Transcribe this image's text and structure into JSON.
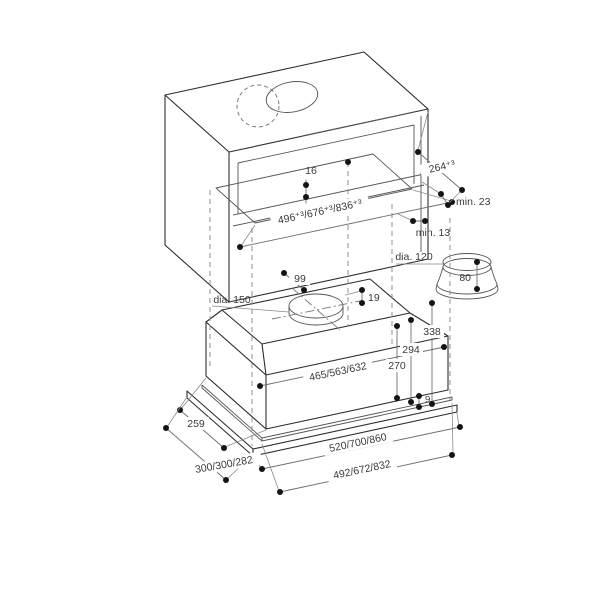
{
  "diagram": {
    "title": "built-in cooker hood installation drawing",
    "colors": {
      "line": "#2e2e2e",
      "dimension": "#6e6e6e",
      "dot": "#141414",
      "background": "#ffffff"
    },
    "cabinet": {
      "panel_thickness": "16",
      "cutout_width": "496⁺³/676⁺³/836⁺³",
      "niche_depth": "264⁺³",
      "clearance_back": "min. 23",
      "clearance_front": "min. 13"
    },
    "reducer": {
      "diameter": "dia. 120",
      "height": "80"
    },
    "hood": {
      "duct_diameter": "dia. 150",
      "duct_offset": "99",
      "collar_height": "19",
      "body_width": "465/563/632",
      "height_total": "338",
      "height_mid": "294",
      "height_body": "270",
      "frame_thickness": "9",
      "body_depth": "259",
      "overall_depth": "300/300/282",
      "frame_width": "520/700/860",
      "inner_frame_width": "492/672/832"
    }
  }
}
